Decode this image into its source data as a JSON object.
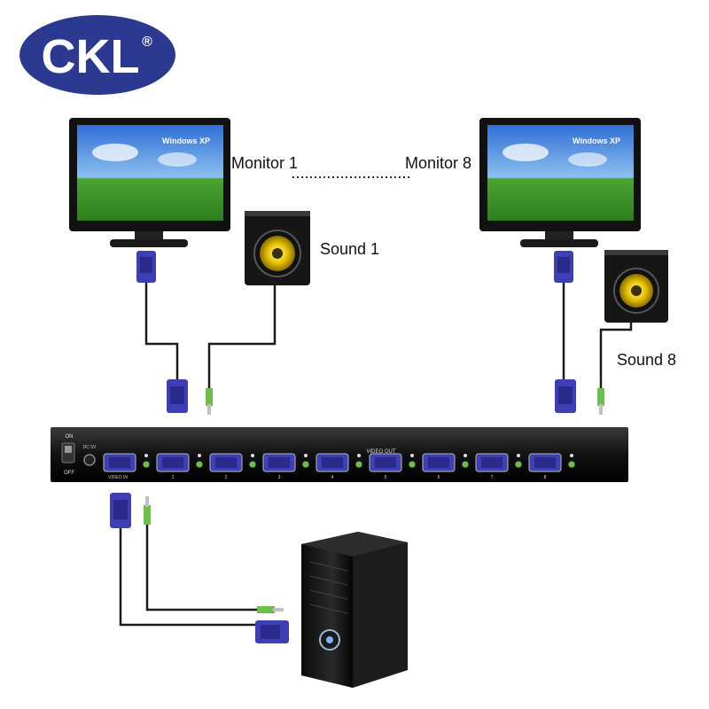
{
  "logo": {
    "text": "CKL",
    "mark": "®",
    "color_blue": "#2b3990",
    "color_white": "#ffffff"
  },
  "labels": {
    "monitor1": "Monitor 1",
    "monitor8": "Monitor 8",
    "sound1": "Sound 1",
    "sound8": "Sound 8"
  },
  "monitor_screen": {
    "brand_text": "Windows XP"
  },
  "splitter": {
    "power_on": "ON",
    "power_off": "OFF",
    "dc_label": "DC 5V",
    "video_out_label": "VIDEO OUT",
    "video_in_label": "VIDEO IN",
    "port_labels": [
      "1",
      "2",
      "3",
      "4",
      "5",
      "6",
      "7",
      "8"
    ]
  },
  "colors": {
    "vga_blue": "#3f3fb5",
    "cable": "#1a1a1a",
    "audio_green": "#6cc04a",
    "speaker_cone": "#e8c400"
  }
}
